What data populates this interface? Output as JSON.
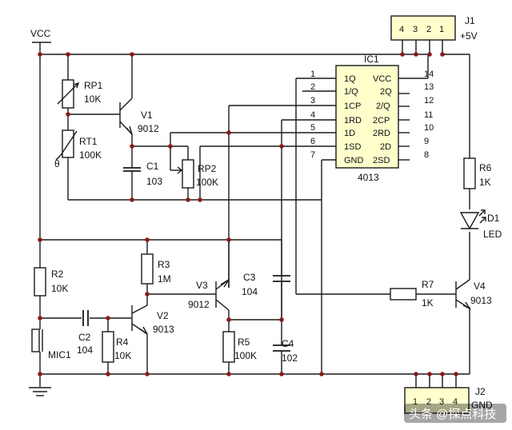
{
  "power": {
    "vcc": "VCC"
  },
  "ic1": {
    "ref": "IC1",
    "part": "4013",
    "left_pin_numbers": [
      "1",
      "2",
      "3",
      "4",
      "5",
      "6",
      "7"
    ],
    "left_pin_names": [
      "1Q",
      "1/Q",
      "1CP",
      "1RD",
      "1D",
      "1SD",
      "GND"
    ],
    "right_pin_names": [
      "VCC",
      "2Q",
      "2/Q",
      "2CP",
      "2RD",
      "2D",
      "2SD"
    ],
    "right_pin_numbers": [
      "14",
      "13",
      "12",
      "11",
      "10",
      "9",
      "8"
    ]
  },
  "j1": {
    "ref": "J1",
    "note": "+5V",
    "pins": [
      "4",
      "3",
      "2",
      "1"
    ]
  },
  "j2": {
    "ref": "J2",
    "note": "GND",
    "pins": [
      "1",
      "2",
      "3",
      "4"
    ]
  },
  "components": {
    "rp1": {
      "ref": "RP1",
      "value": "10K"
    },
    "rt1": {
      "ref": "RT1",
      "value": "100K",
      "symbol": "θ"
    },
    "v1": {
      "ref": "V1",
      "value": "9012"
    },
    "c1": {
      "ref": "C1",
      "value": "103"
    },
    "rp2": {
      "ref": "RP2",
      "value": "100K"
    },
    "r2": {
      "ref": "R2",
      "value": "10K"
    },
    "c2": {
      "ref": "C2",
      "value": "104"
    },
    "mic1": {
      "ref": "MIC1"
    },
    "r4": {
      "ref": "R4",
      "value": "10K"
    },
    "r3": {
      "ref": "R3",
      "value": "1M"
    },
    "v2": {
      "ref": "V2",
      "value": "9013"
    },
    "v3": {
      "ref": "V3",
      "value": "9012"
    },
    "c3": {
      "ref": "C3",
      "value": "104"
    },
    "r5": {
      "ref": "R5",
      "value": "100K"
    },
    "c4": {
      "ref": "C4",
      "value": "102"
    },
    "r6": {
      "ref": "R6",
      "value": "1K"
    },
    "d1": {
      "ref": "D1",
      "value": "LED"
    },
    "r7": {
      "ref": "R7",
      "value": "1K"
    },
    "v4": {
      "ref": "V4",
      "value": "9013"
    }
  },
  "watermark": "头条 @探点科技",
  "colors": {
    "connector_fill": "#ffffcc",
    "junction_dot": "#8b1a1a",
    "wire": "#1a1a1a"
  }
}
